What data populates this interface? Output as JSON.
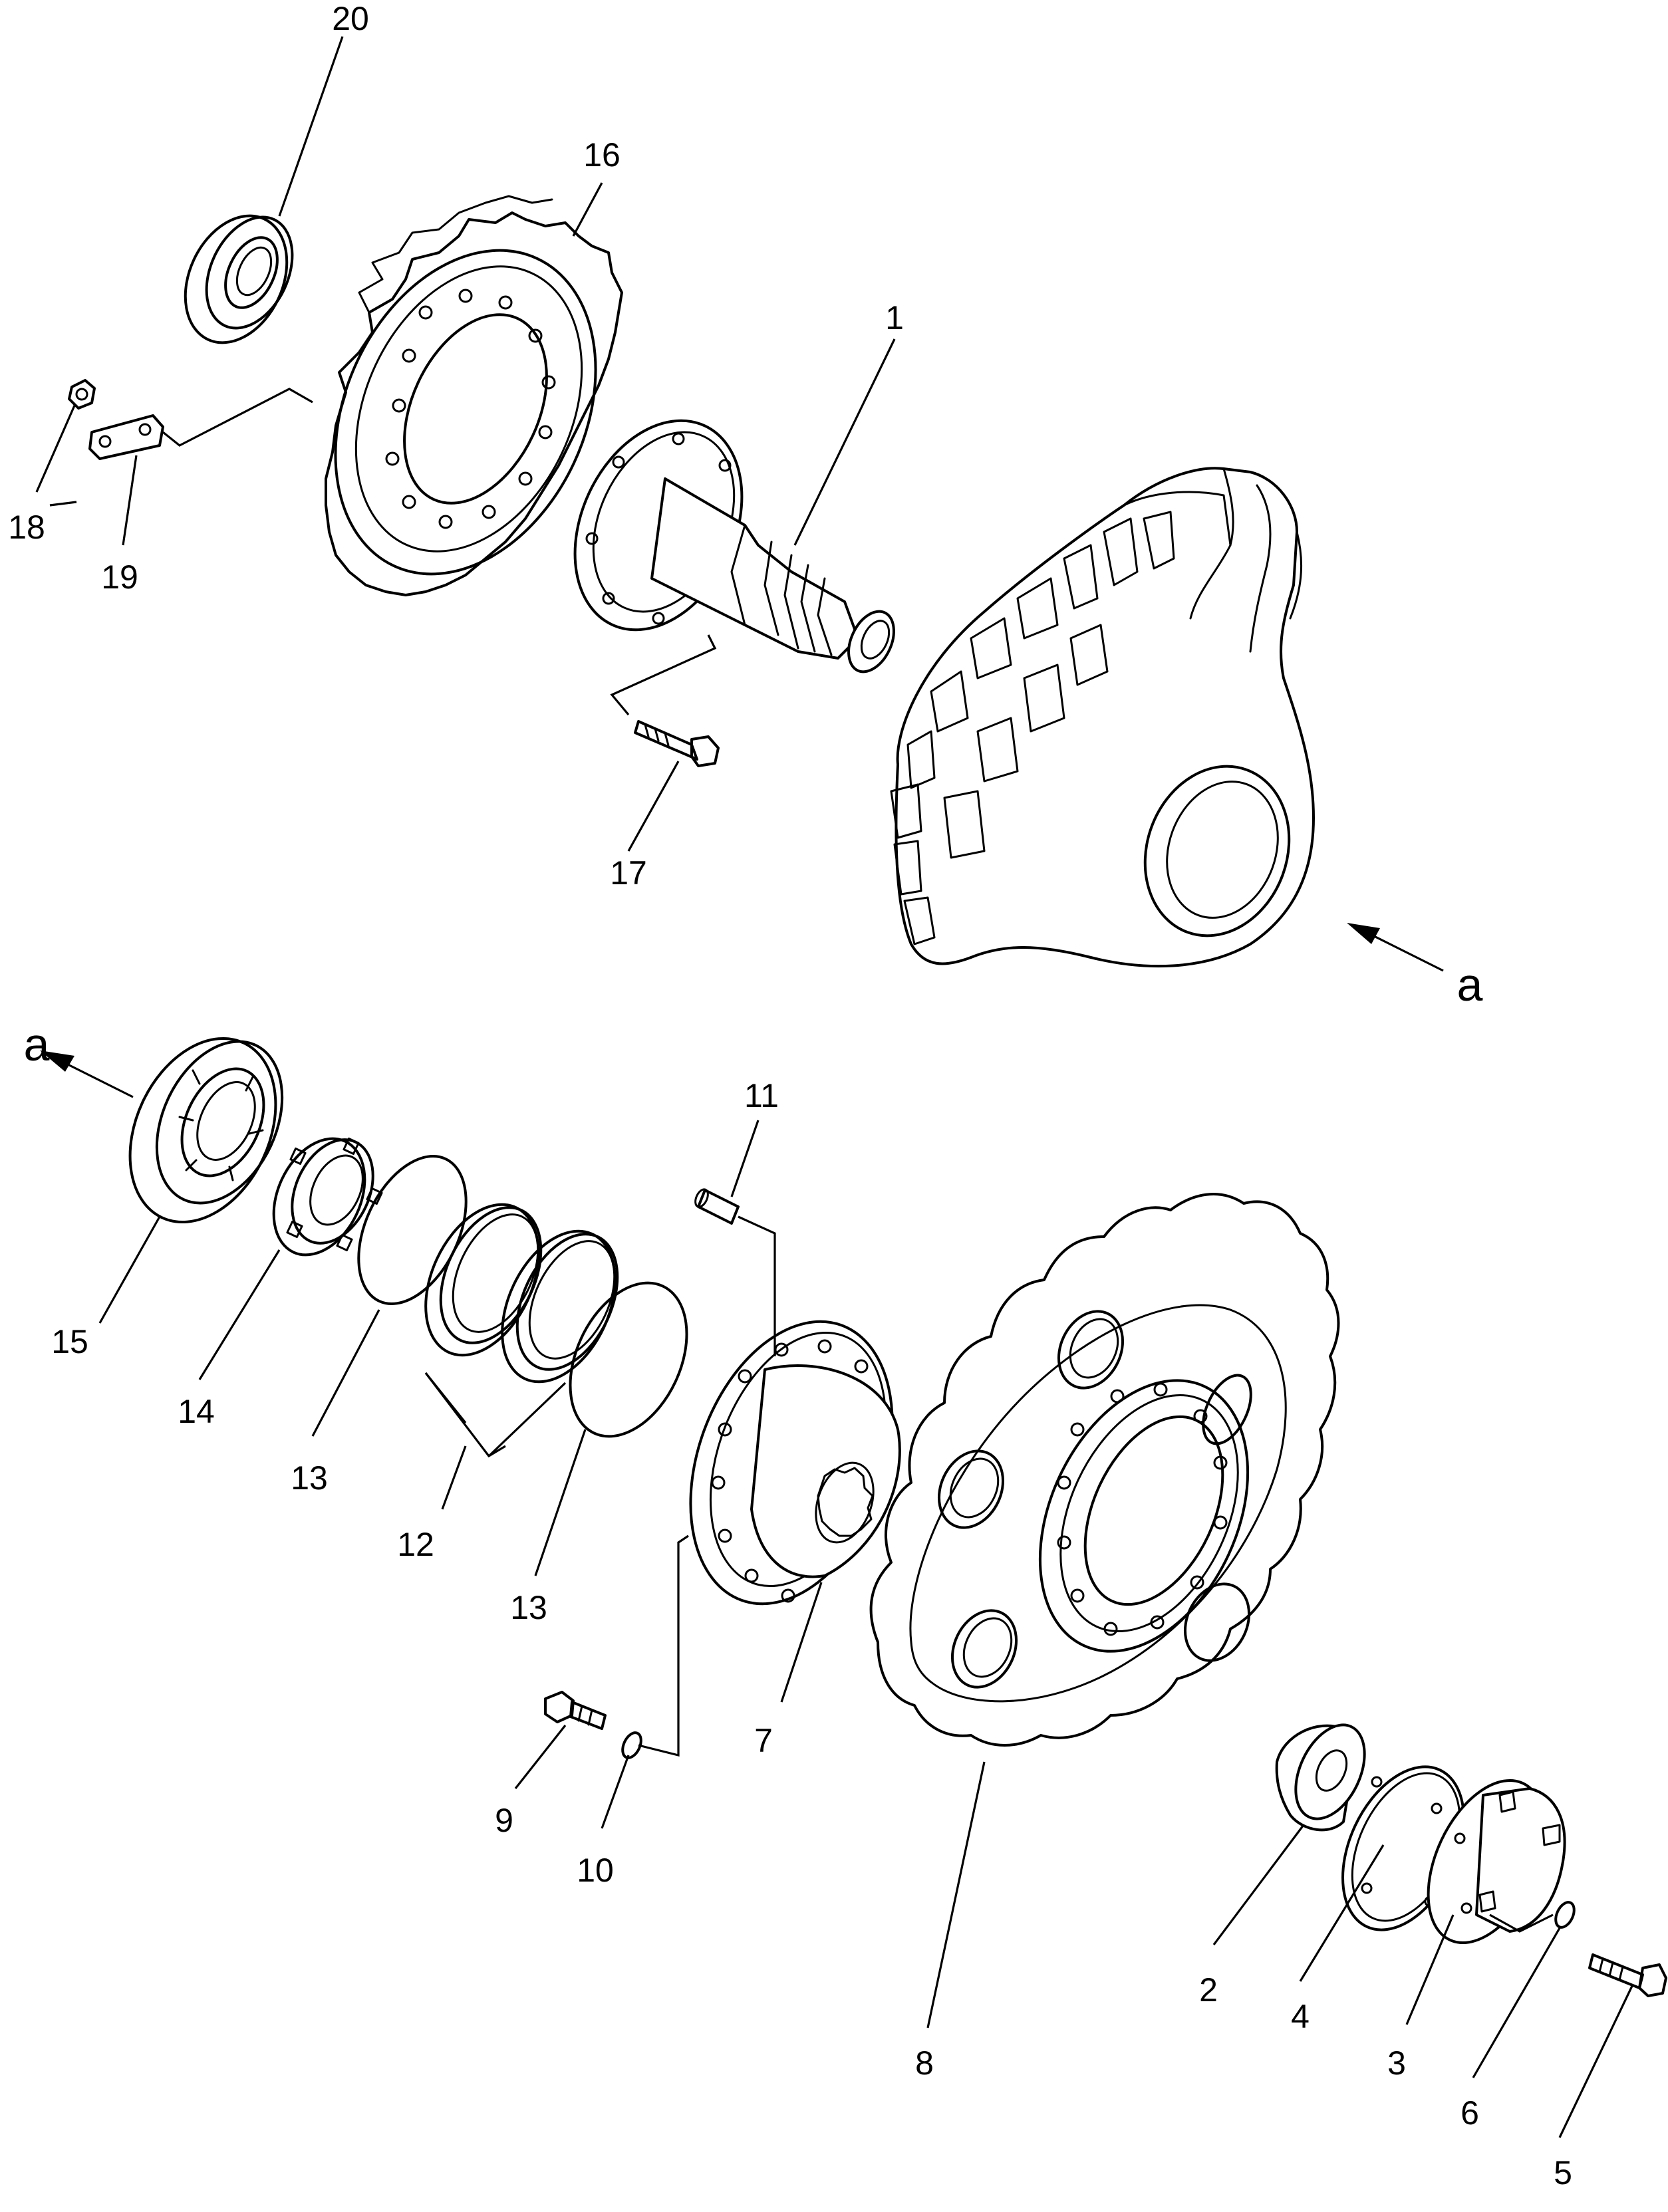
{
  "callouts": {
    "c1": "1",
    "c2": "2",
    "c3": "3",
    "c4": "4",
    "c5": "5",
    "c6": "6",
    "c7": "7",
    "c8": "8",
    "c9": "9",
    "c10": "10",
    "c11": "11",
    "c12": "12",
    "c13a": "13",
    "c13b": "13",
    "c14": "14",
    "c15": "15",
    "c16": "16",
    "c17": "17",
    "c18": "18",
    "c19": "19",
    "c20": "20"
  },
  "view_refs": {
    "upper": "a",
    "lower": "a"
  }
}
